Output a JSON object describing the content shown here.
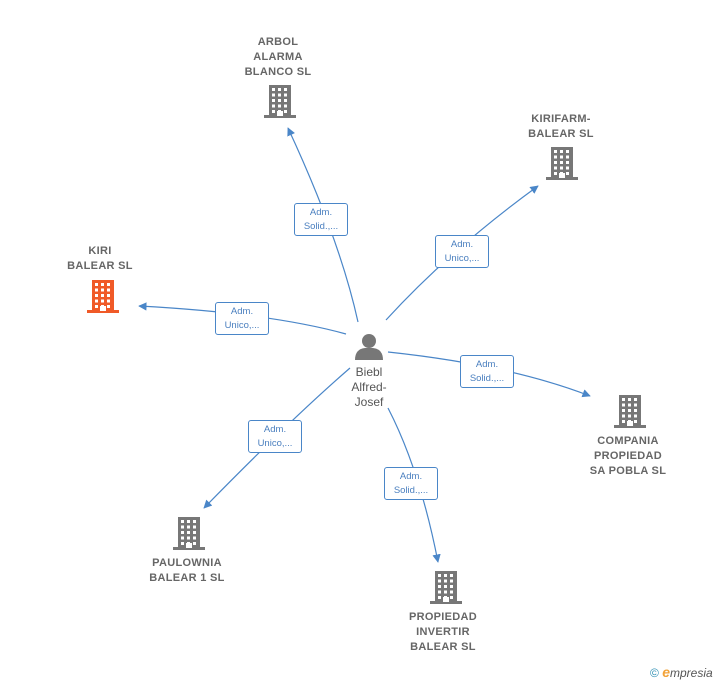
{
  "person": {
    "name": "Biebl\nAlfred-\nJosef"
  },
  "companies": [
    {
      "key": "arbol",
      "label": "ARBOL\nALARMA\nBLANCO  SL",
      "color": "#777777"
    },
    {
      "key": "kirifarm",
      "label": "KIRIFARM-\nBALEAR  SL",
      "color": "#777777"
    },
    {
      "key": "kiri",
      "label": "KIRI\nBALEAR  SL",
      "color": "#f05a28"
    },
    {
      "key": "compania",
      "label": "COMPANIA\nPROPIEDAD\nSA POBLA  SL",
      "color": "#777777"
    },
    {
      "key": "paulownia",
      "label": "PAULOWNIA\nBALEAR 1  SL",
      "color": "#777777"
    },
    {
      "key": "propiedad",
      "label": "PROPIEDAD\nINVERTIR\nBALEAR  SL",
      "color": "#777777"
    }
  ],
  "relations": [
    {
      "to": "arbol",
      "line1": "Adm.",
      "line2": "Solid.,..."
    },
    {
      "to": "kirifarm",
      "line1": "Adm.",
      "line2": "Unico,..."
    },
    {
      "to": "kiri",
      "line1": "Adm.",
      "line2": "Unico,..."
    },
    {
      "to": "compania",
      "line1": "Adm.",
      "line2": "Solid.,..."
    },
    {
      "to": "paulownia",
      "line1": "Adm.",
      "line2": "Unico,..."
    },
    {
      "to": "propiedad",
      "line1": "Adm.",
      "line2": "Solid.,..."
    }
  ],
  "footer": {
    "copyright": "©",
    "brand_initial": "e",
    "brand_rest": "mpresia"
  },
  "colors": {
    "edge": "#4a86c8",
    "building": "#777777",
    "highlight": "#f05a28",
    "person": "#777777"
  }
}
